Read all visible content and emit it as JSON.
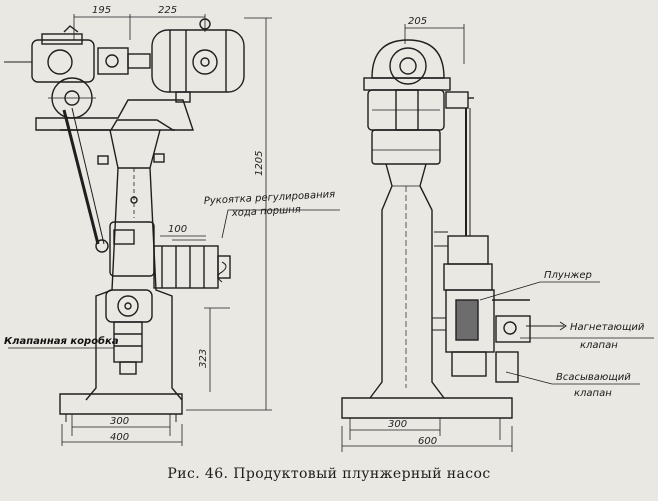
{
  "caption": "Рис. 46. Продуктовый плунжерный насос",
  "dimensions": {
    "d195": "195",
    "d225": "225",
    "d205": "205",
    "d1205": "1205",
    "d100": "100",
    "d323": "323",
    "d300_left": "300",
    "d400": "400",
    "d300_right": "300",
    "d600": "600"
  },
  "labels": {
    "stroke_handle_line1": "Рукоятка регулирования",
    "stroke_handle_line2": "хода поршня",
    "valve_box": "Клапанная коробка",
    "plunger": "Плунжер",
    "discharge_line1": "Нагнетающий",
    "discharge_line2": "клапан",
    "suction_line1": "Всасывающий",
    "suction_line2": "клапан"
  },
  "colors": {
    "ink": "#1f1f1f",
    "paper": "#e9e8e3",
    "shade": "#6d6d6d"
  }
}
